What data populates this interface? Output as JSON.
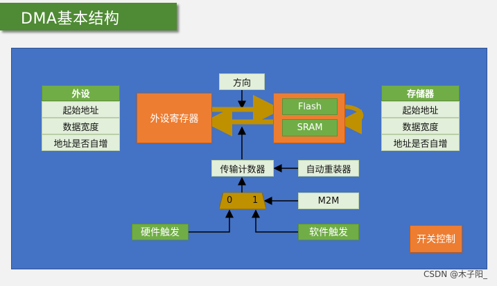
{
  "title": "DMA基本结构",
  "peripheral": {
    "header": "外设",
    "rows": [
      "起始地址",
      "数据宽度",
      "地址是否自增"
    ]
  },
  "memory": {
    "header": "存储器",
    "rows": [
      "起始地址",
      "数据宽度",
      "地址是否自增"
    ]
  },
  "nodes": {
    "direction": "方向",
    "peripheral_register": "外设寄存器",
    "flash": "Flash",
    "sram": "SRAM",
    "transfer_counter": "传输计数器",
    "auto_reload": "自动重装器",
    "m2m": "M2M",
    "hardware_trigger": "硬件触发",
    "software_trigger": "软件触发",
    "switch_control": "开关控制"
  },
  "mux": {
    "input0": "0",
    "input1": "1"
  },
  "credit": "CSDN @木子阳_",
  "colors": {
    "title_bg": "#4f8a34",
    "panel_bg": "#4472c4",
    "green": "#70ad47",
    "light_green": "#e2efda",
    "orange": "#ed7d31",
    "gold_arrow": "#bf9000"
  }
}
